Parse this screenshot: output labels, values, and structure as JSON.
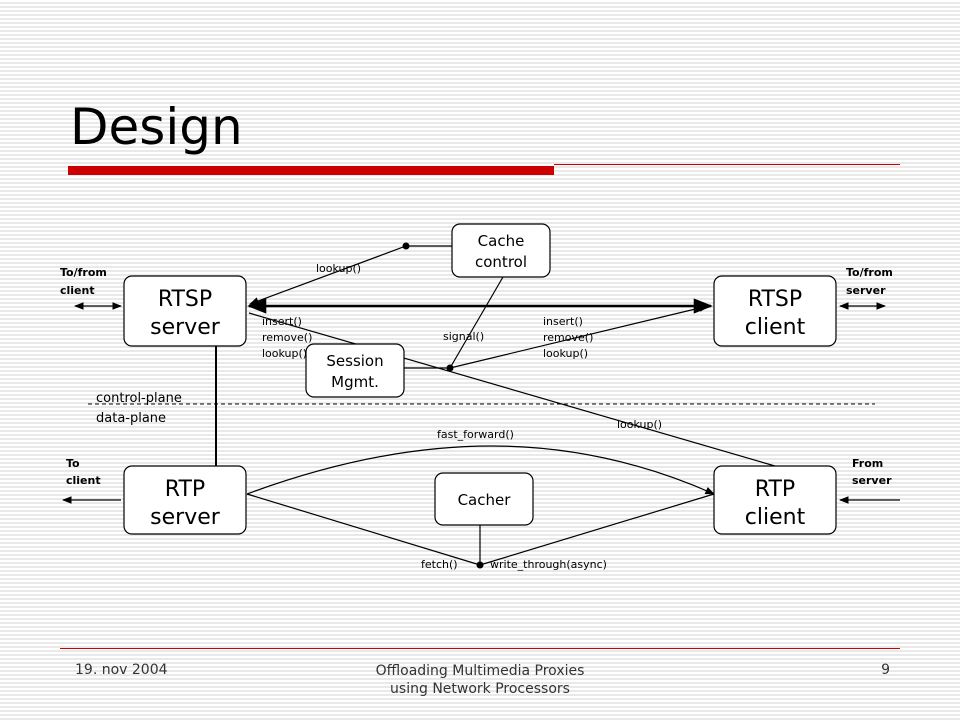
{
  "slide": {
    "title": "Design",
    "accent_color": "#cc0000"
  },
  "diagram": {
    "boxes": {
      "rtsp_server": [
        "RTSP",
        "server"
      ],
      "rtsp_client": [
        "RTSP",
        "client"
      ],
      "rtp_server": [
        "RTP",
        "server"
      ],
      "rtp_client": [
        "RTP",
        "client"
      ],
      "cache_control": [
        "Cache",
        "control"
      ],
      "session_mgmt": [
        "Session",
        "Mgmt."
      ],
      "cacher": [
        "Cacher"
      ]
    },
    "side_labels": {
      "to_from_client": [
        "To/from",
        "client"
      ],
      "to_from_server": [
        "To/from",
        "server"
      ],
      "to_client": [
        "To",
        "client"
      ],
      "from_server": [
        "From",
        "server"
      ]
    },
    "plane_labels": {
      "control": "control-plane",
      "data": "data-plane"
    },
    "calls": {
      "lookup_cache": "lookup()",
      "session_ops_left": [
        "insert()",
        "remove()",
        "lookup()"
      ],
      "session_ops_right": [
        "insert()",
        "remove()",
        "lookup()"
      ],
      "signal": "signal()",
      "lookup_rtp": "lookup()",
      "fast_forward": "fast_forward()",
      "fetch": "fetch()",
      "write_through": "write_through(async)"
    }
  },
  "footer": {
    "date": "19. nov 2004",
    "title_lines": [
      "Offloading Multimedia Proxies",
      "using Network Processors"
    ],
    "page": "9"
  }
}
